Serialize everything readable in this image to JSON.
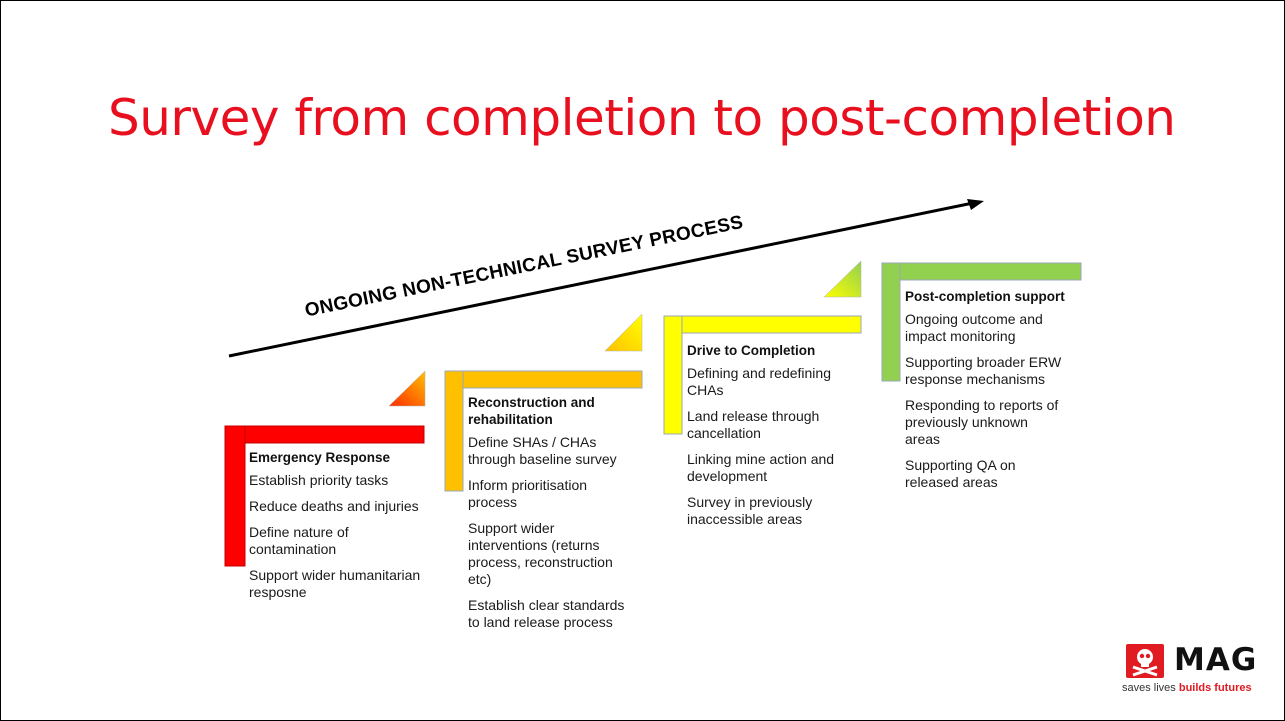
{
  "slide": {
    "title": "Survey from completion to post-completion",
    "process_label": "ONGOING NON-TECHNICAL SURVEY PROCESS"
  },
  "stages": [
    {
      "heading": "Emergency Response",
      "items": [
        "Establish priority tasks",
        "Reduce deaths and injuries",
        "Define nature of contamination",
        "Support wider humanitarian resposne"
      ],
      "color": "#ff0000"
    },
    {
      "heading": "Reconstruction and rehabilitation",
      "items": [
        "Define SHAs / CHAs through baseline survey",
        "Inform prioritisation process",
        "Support wider interventions (returns process, reconstruction etc)",
        "Establish clear standards to land release process"
      ],
      "color": "#ffc000"
    },
    {
      "heading": "Drive to Completion",
      "items": [
        "Defining and redefining CHAs",
        "Land release through cancellation",
        "Linking mine action and development",
        "Survey in previously inaccessible areas"
      ],
      "color": "#ffff00"
    },
    {
      "heading": "Post-completion support",
      "items": [
        "Ongoing outcome and impact monitoring",
        "Supporting broader ERW response mechanisms",
        "Responding to reports of previously unknown areas",
        "Supporting QA on released areas"
      ],
      "color": "#92d050"
    }
  ],
  "logo": {
    "wordmark": "MAG",
    "tagline_prefix": "saves lives ",
    "tagline_accent": "builds futures",
    "icon": "skull-crossbones-icon"
  }
}
